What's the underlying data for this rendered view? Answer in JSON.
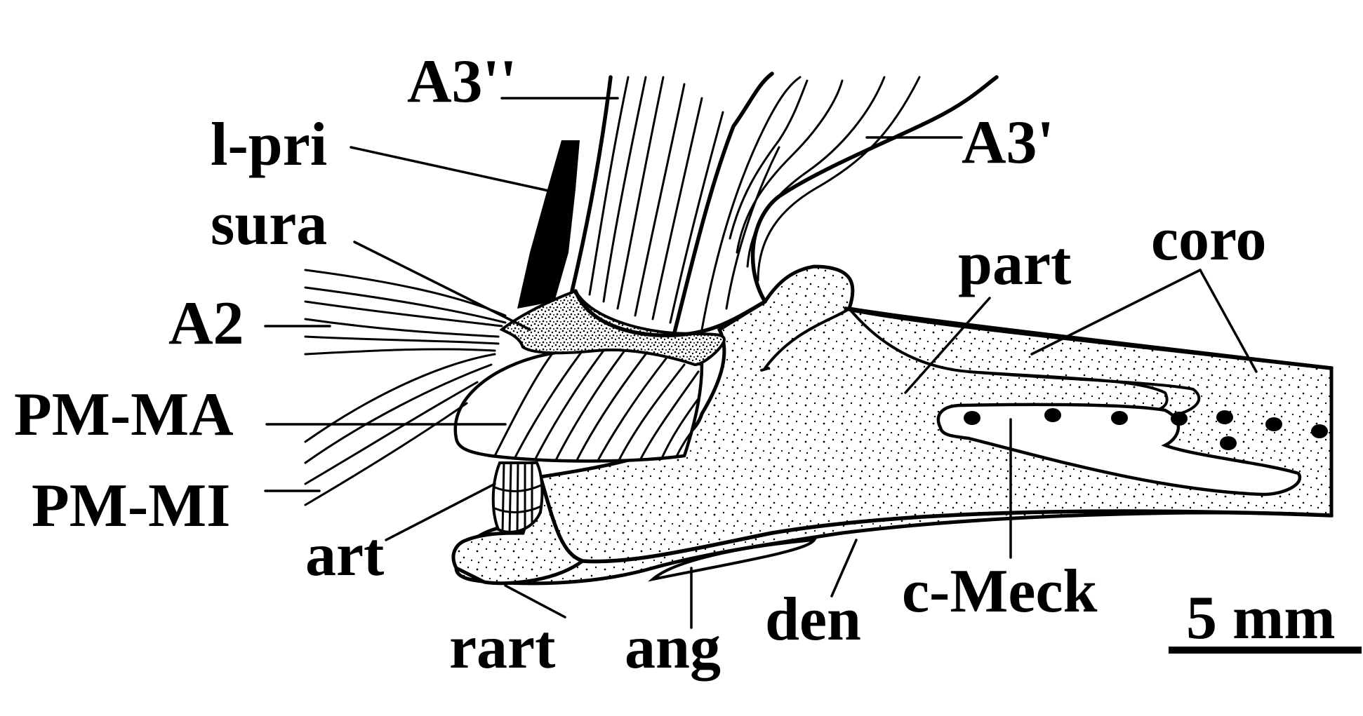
{
  "labels": {
    "a3pp": "A3''",
    "lpri": "l-pri",
    "sura": "sura",
    "a2": "A2",
    "pmma": "PM-MA",
    "pmmi": "PM-MI",
    "art": "art",
    "rart": "rart",
    "ang": "ang",
    "den": "den",
    "cmeck": "c-Meck",
    "a3p": "A3'",
    "part": "part",
    "coro": "coro"
  },
  "scale_bar": {
    "label": "5 mm"
  }
}
